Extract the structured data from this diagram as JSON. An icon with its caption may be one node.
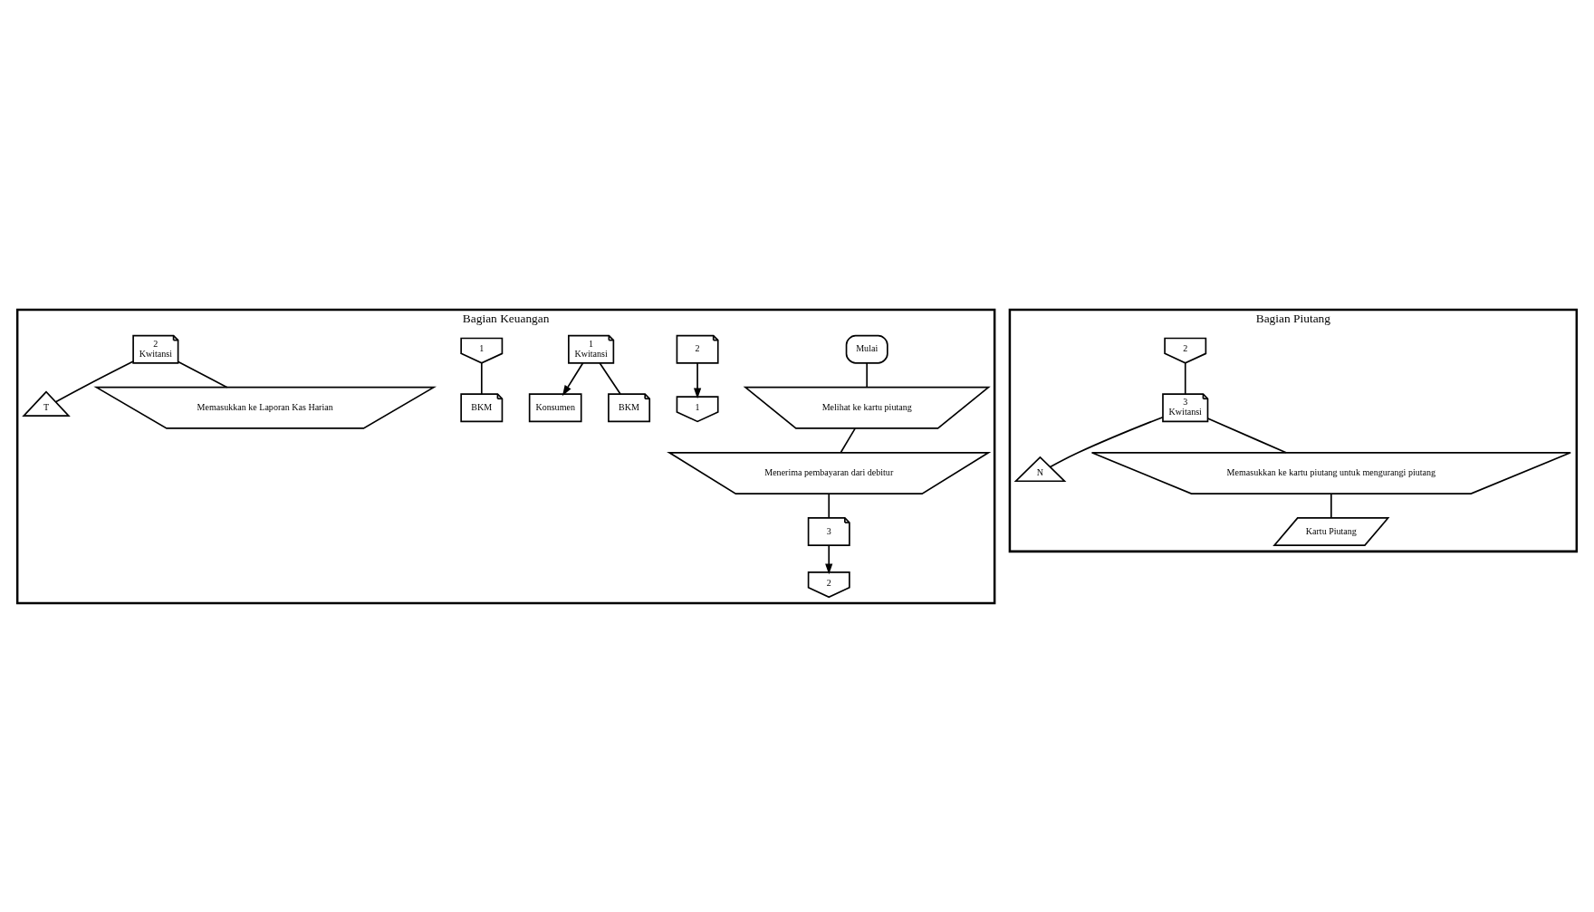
{
  "diagram": {
    "nodes": [
      {
        "text": [
          "Bagian Keuangan"
        ]
      },
      {
        "text": [
          "Bagian Piutang"
        ]
      },
      {
        "text": [
          "Mulai"
        ],
        "in": 0
      },
      {
        "text": [
          "Melihat ke kartu piutang"
        ],
        "in": 0
      },
      {
        "text": [
          "Menerima pembayaran dari debitur"
        ],
        "in": 0
      },
      {
        "text": [
          "3"
        ],
        "in": 0
      },
      {
        "text": [
          "2"
        ],
        "in": 0
      },
      {
        "text": [
          "1",
          "Kwitansi"
        ],
        "in": 0
      },
      {
        "text": [
          "2"
        ],
        "in": 0
      },
      {
        "text": [
          "1"
        ],
        "in": 0
      },
      {
        "text": [
          "Konsumen"
        ],
        "in": 0
      },
      {
        "text": [
          "BKM"
        ],
        "in": 0
      },
      {
        "text": [
          "1"
        ],
        "in": 0
      },
      {
        "text": [
          "BKM"
        ],
        "in": 0
      },
      {
        "text": [
          "2",
          "Kwitansi"
        ],
        "in": 0
      },
      {
        "text": [
          "T"
        ],
        "in": 0
      },
      {
        "text": [
          "Memasukkan ke Laporan Kas Harian"
        ],
        "in": 0
      },
      {
        "text": [
          "2"
        ],
        "in": 1
      },
      {
        "text": [
          "3",
          "Kwitansi"
        ],
        "in": 1
      },
      {
        "text": [
          "N"
        ],
        "in": 1
      },
      {
        "text": [
          "Memasukkan ke kartu piutang untuk mengurangi piutang"
        ],
        "in": 1
      },
      {
        "text": [
          "Kartu Piutang"
        ],
        "in": 1
      }
    ],
    "edges": [
      {
        "from": 2,
        "to": 3,
        "arrow": "none"
      },
      {
        "from": 3,
        "to": 4,
        "arrow": "none"
      },
      {
        "from": 4,
        "to": 5,
        "arrow": "none"
      },
      {
        "from": 5,
        "to": 8,
        "arrow": "to"
      },
      {
        "from": 6,
        "to": 9,
        "arrow": "to"
      },
      {
        "from": 7,
        "to": 10,
        "arrow": "to"
      },
      {
        "from": 7,
        "to": 11,
        "arrow": "none"
      },
      {
        "from": 12,
        "to": 13,
        "arrow": "none"
      },
      {
        "from": 14,
        "to": 15,
        "arrow": "none"
      },
      {
        "from": 14,
        "to": 16,
        "arrow": "none"
      },
      {
        "from": 17,
        "to": 18,
        "arrow": "none"
      },
      {
        "from": 18,
        "to": 19,
        "arrow": "none"
      },
      {
        "from": 18,
        "to": 20,
        "arrow": "none"
      },
      {
        "from": 20,
        "to": 21,
        "arrow": "none"
      }
    ]
  }
}
